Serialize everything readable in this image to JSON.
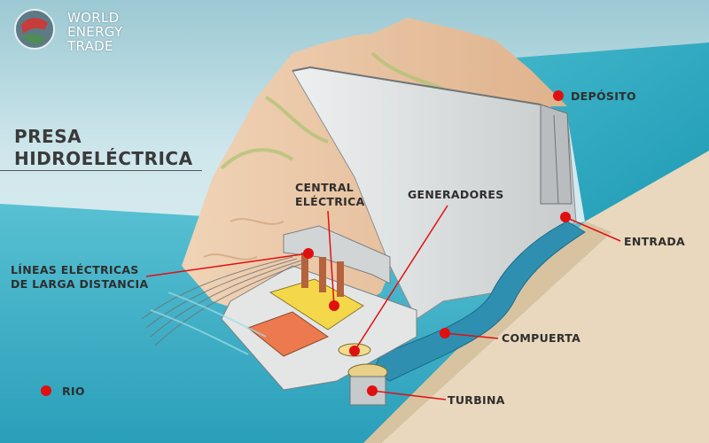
{
  "logo": {
    "line1": "WORLD",
    "line2": "ENERGY",
    "line3": "TRADE"
  },
  "title": {
    "line1": "PRESA",
    "line2": "HIDROELÉCTRICA"
  },
  "labels": {
    "deposito": "DEPÓSITO",
    "entrada": "ENTRADA",
    "central_line1": "CENTRAL",
    "central_line2": "ELÉCTRICA",
    "generadores": "GENERADORES",
    "lineas_line1": "LÍNEAS ELÉCTRICAS",
    "lineas_line2": "DE LARGA DISTANCIA",
    "compuerta": "COMPUERTA",
    "rio": "RIO",
    "turbina": "TURBINA"
  },
  "colors": {
    "water": "#3fb3c8",
    "water_dark": "#1f8ea8",
    "concrete": "#d9dcdd",
    "rock": "#e8c4a2",
    "road": "#e9d7bd",
    "marker": "#e01010",
    "generator_roof": "#f5d84a",
    "orange_roof": "#ec7a4e"
  }
}
